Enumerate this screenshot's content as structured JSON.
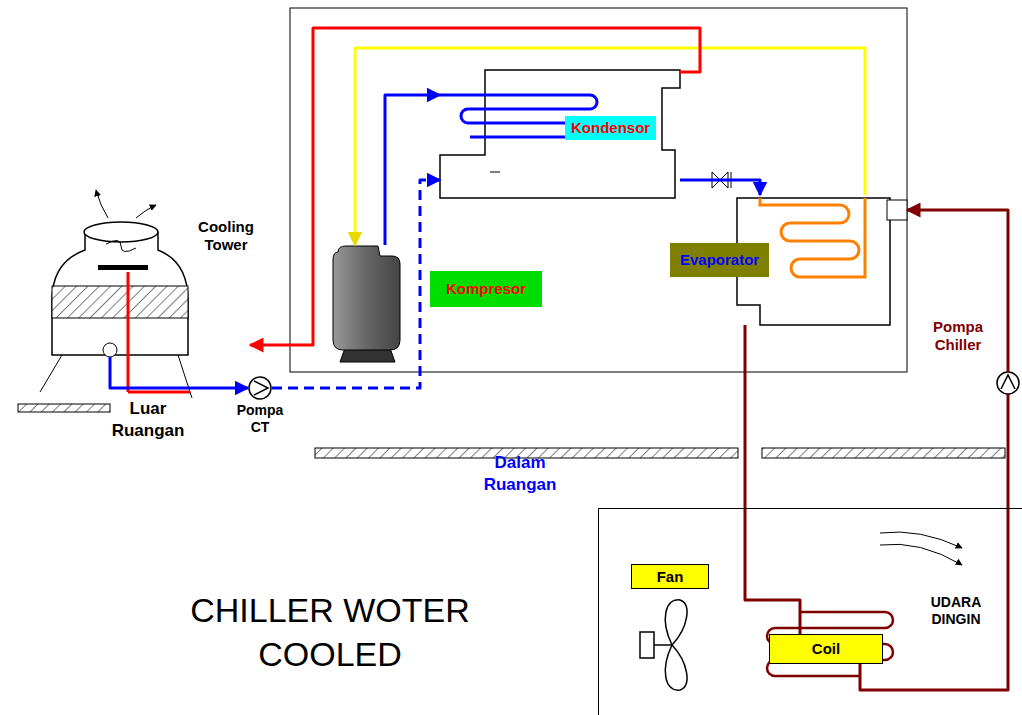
{
  "diagram": {
    "title": "CHILLER WOTER COOLED",
    "nodes": [
      {
        "text": [
          "Cooling Tower"
        ]
      },
      {
        "text": [
          "Kondensor"
        ]
      },
      {
        "text": [
          "Kompresor"
        ]
      },
      {
        "text": [
          "Evaporator"
        ]
      },
      {
        "text": [
          "Pompa CT"
        ]
      },
      {
        "text": [
          "Pompa Chiller"
        ]
      },
      {
        "text": [
          "UDARA DINGIN"
        ]
      },
      {
        "text": [
          "Fan"
        ],
        "in": 6
      },
      {
        "text": [
          "Coil"
        ],
        "in": 6
      }
    ],
    "edges": [
      {
        "from": 2,
        "to": 1,
        "arrow": "to"
      },
      {
        "from": 1,
        "to": 3,
        "arrow": "to"
      },
      {
        "from": 3,
        "to": 2,
        "arrow": "to"
      },
      {
        "from": 1,
        "to": 0,
        "arrow": "to"
      },
      {
        "from": 0,
        "to": 4,
        "arrow": "to"
      },
      {
        "from": 4,
        "to": 1,
        "arrow": "to"
      },
      {
        "from": 3,
        "to": 8,
        "arrow": "none"
      },
      {
        "from": 8,
        "to": 5,
        "arrow": "none"
      },
      {
        "from": 5,
        "to": 3,
        "arrow": "to"
      }
    ],
    "labels": [
      "Luar Ruangan",
      "Dalam Ruangan"
    ]
  }
}
